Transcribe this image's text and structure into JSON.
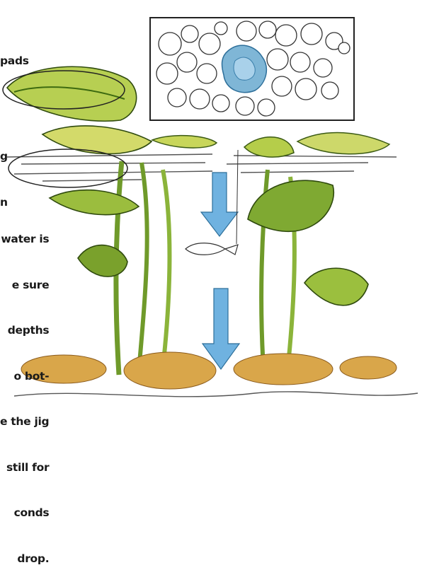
{
  "captions": {
    "pads_lines": [
      "pads"
    ],
    "middle_lines": [
      "g",
      "n"
    ],
    "main_lines": [
      "water is",
      "e sure",
      "depths",
      "o bot-",
      "e the jig",
      "still for",
      "conds",
      "drop."
    ]
  },
  "colors": {
    "water": "#7fb6d6",
    "lily_pad": "#c8d65a",
    "stem_green": "#6f9a2a",
    "arrow_blue": "#6fb2e0",
    "sediment": "#d9a64a"
  },
  "icons": {
    "inset": "pond-overhead-diagram",
    "arrow": "down-arrow-icon",
    "lure": "jig-lure-icon"
  }
}
